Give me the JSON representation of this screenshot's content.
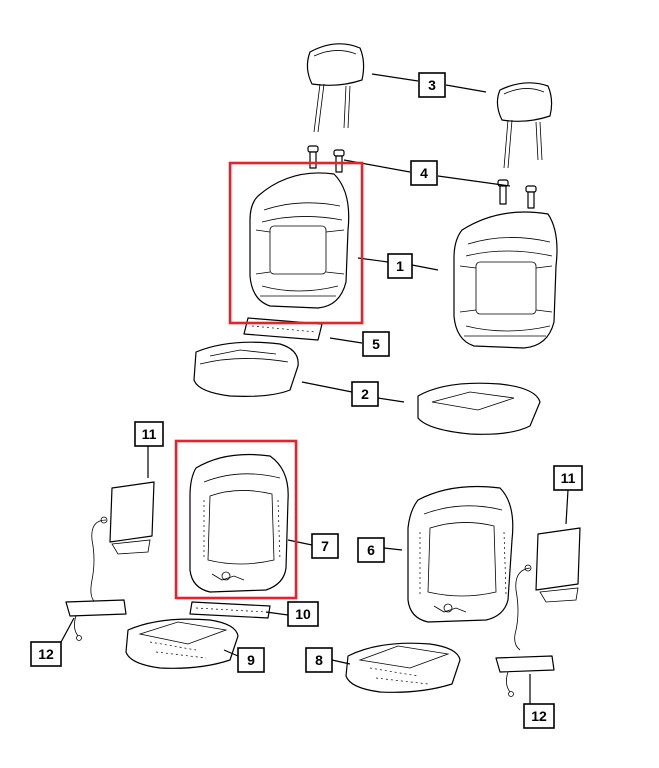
{
  "callouts": {
    "c1": "1",
    "c2": "2",
    "c3": "3",
    "c4": "4",
    "c5": "5",
    "c6": "6",
    "c7": "7",
    "c8": "8",
    "c9": "9",
    "c10": "10",
    "c11a": "11",
    "c11b": "11",
    "c12a": "12",
    "c12b": "12"
  },
  "colors": {
    "highlight": "#e8222b",
    "line": "#000000",
    "background": "#ffffff"
  }
}
